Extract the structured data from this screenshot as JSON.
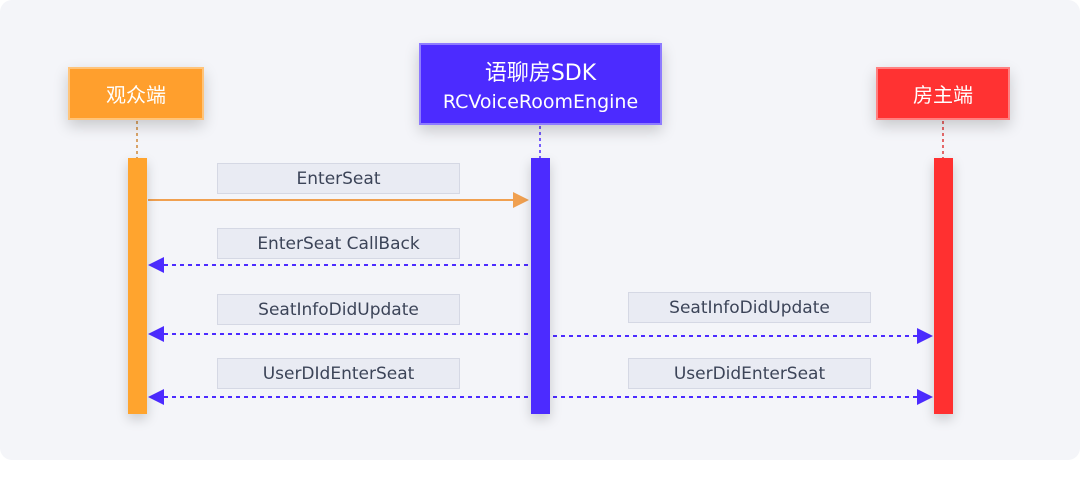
{
  "actors": {
    "audience": {
      "label": "观众端"
    },
    "sdk": {
      "title": "语聊房SDK",
      "subtitle": "RCVoiceRoomEngine"
    },
    "host": {
      "label": "房主端"
    }
  },
  "messages": {
    "enter_seat": "EnterSeat",
    "enter_seat_callback": "EnterSeat CallBack",
    "seat_info_left": "SeatInfoDidUpdate",
    "seat_info_right": "SeatInfoDidUpdate",
    "user_enter_left": "UserDIdEnterSeat",
    "user_enter_right": "UserDidEnterSeat"
  },
  "colors": {
    "audience": "#ff9f2d",
    "sdk": "#4c2bff",
    "host": "#ff3232",
    "dashed_arrow": "#4c2bff",
    "solid_arrow": "#f0a050"
  }
}
